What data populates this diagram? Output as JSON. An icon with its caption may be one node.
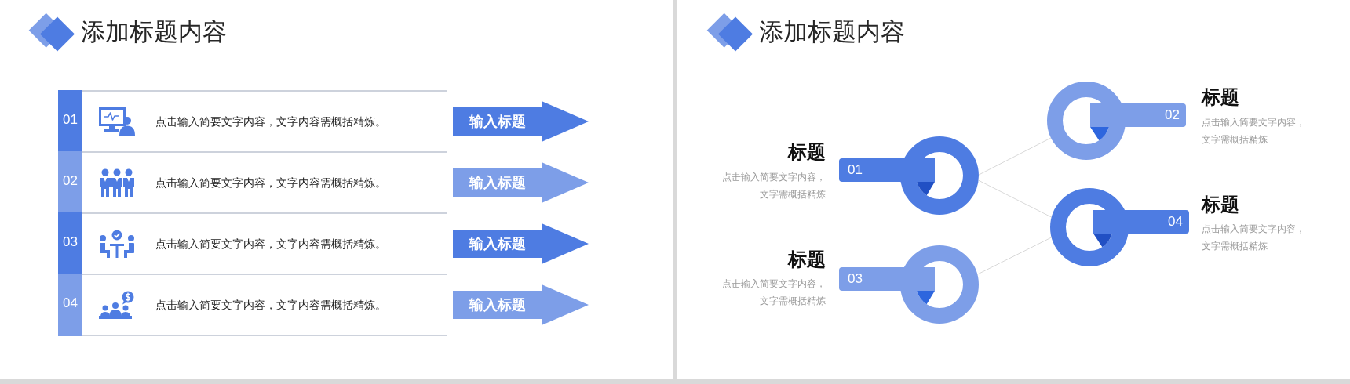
{
  "diagram": {
    "nodes": [
      {
        "text": [
          "01",
          "点击输入简要文字内容，文字内容需概括精炼。"
        ]
      },
      {
        "text": [
          "输入标题"
        ]
      },
      {
        "text": [
          "02",
          "点击输入简要文字内容，文字内容需概括精炼。"
        ]
      },
      {
        "text": [
          "输入标题"
        ]
      },
      {
        "text": [
          "03",
          "点击输入简要文字内容，文字内容需概括精炼。"
        ]
      },
      {
        "text": [
          "输入标题"
        ]
      },
      {
        "text": [
          "04",
          "点击输入简要文字内容，文字内容需概括精炼。"
        ]
      },
      {
        "text": [
          "输入标题"
        ]
      },
      {
        "text": [
          "01"
        ],
        "beside": [
          "标题",
          "点击输入简要文字内容，文字需概括精炼"
        ]
      },
      {
        "text": [
          "02"
        ],
        "beside": [
          "标题",
          "点击输入简要文字内容，文字需概括精炼"
        ]
      },
      {
        "text": [
          "03"
        ],
        "beside": [
          "标题",
          "点击输入简要文字内容，文字需概括精炼"
        ]
      },
      {
        "text": [
          "04"
        ],
        "beside": [
          "标题",
          "点击输入简要文字内容，文字需概括精炼"
        ]
      }
    ],
    "edges": [
      {
        "from": 8,
        "to": 9,
        "arrow": "none"
      },
      {
        "from": 8,
        "to": 11,
        "arrow": "none"
      },
      {
        "from": 10,
        "to": 11,
        "arrow": "none"
      }
    ],
    "labels": [
      "添加标题内容",
      "添加标题内容"
    ]
  }
}
